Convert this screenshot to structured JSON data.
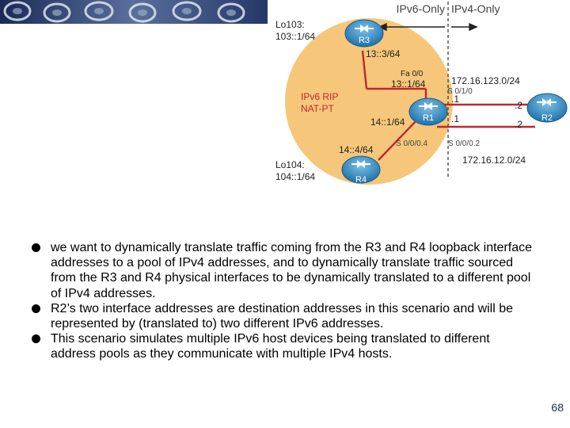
{
  "diagram": {
    "header_ipv6": "IPv6-Only",
    "header_ipv4": "IPv4-Only",
    "lo103_name": "Lo103:",
    "lo103_addr": "103::1/64",
    "lo104_name": "Lo104:",
    "lo104_addr": "104::1/64",
    "r3_label": "R3",
    "r1_label": "R1",
    "r2_label": "R2",
    "r4_label": "R4",
    "r3_link_addr": "13::3/64",
    "fa_iface": "Fa 0/0",
    "r1_fa_addr": "13::1/64",
    "net_123": "172.16.123.0/24",
    "s0_1_0": "S 0/1/0",
    "r1_s010_host": ".1",
    "r2_host_top": ".2",
    "r1_lower_host": ".1",
    "r2_host_bottom": ".2",
    "r1_s000_addr": "14::1/64",
    "s0_0_0_4": "S 0/0/0.4",
    "s0_0_0_2": "S 0/0/0.2",
    "r4_link_addr": "14::4/64",
    "net_12": "172.16.12.0/24",
    "zone_label_line1": "IPv6 RIP",
    "zone_label_line2": "NAT-PT",
    "colors": {
      "ipv6_zone": "#f6c77a",
      "router_fill": "#3a93c8",
      "link": "#c0282e",
      "zone_text": "#c0282e"
    }
  },
  "bullets": [
    "we want to dynamically translate traffic coming from the R3 and R4 loopback interface addresses to a pool of IPv4 addresses, and to dynamically translate traffic sourced from the R3 and R4 physical interfaces to be dynamically translated to a different pool of IPv4 addresses.",
    "R2’s two interface addresses are destination addresses in this scenario and will be represented by (translated to) two different IPv6 addresses.",
    "This scenario simulates multiple IPv6 host devices being translated to different address pools as they communicate with multiple IPv4 hosts."
  ],
  "page_number": "68"
}
